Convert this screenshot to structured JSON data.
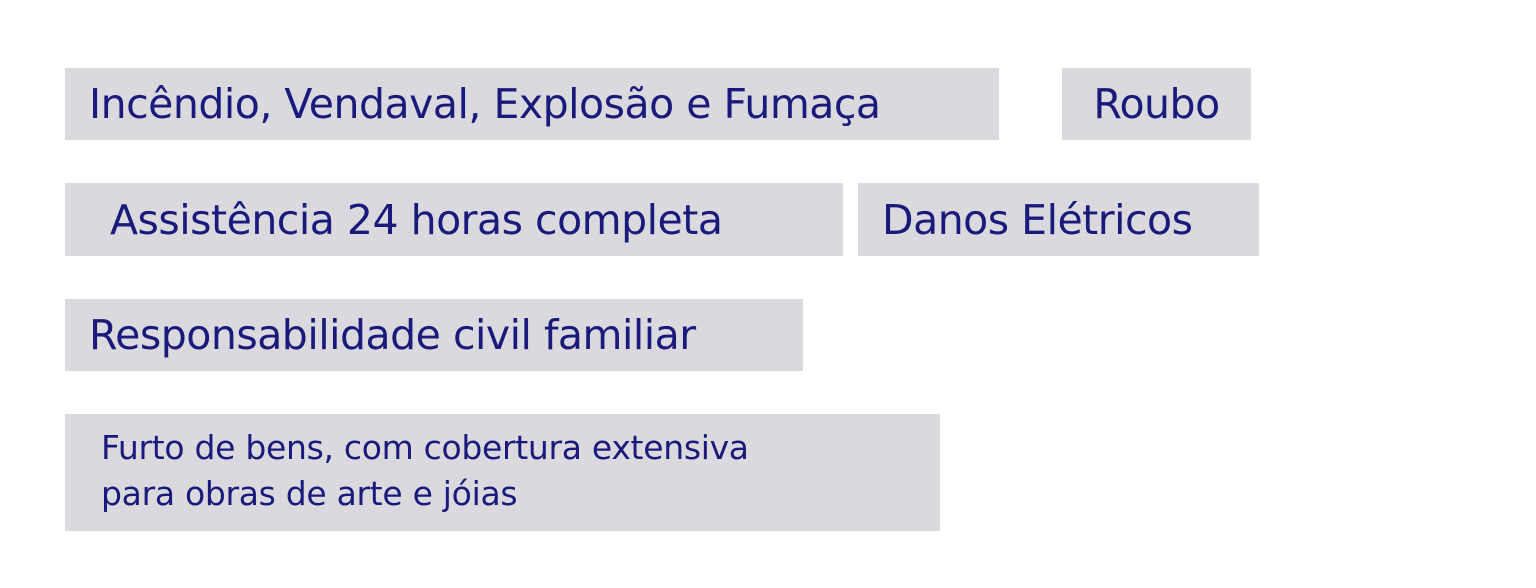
{
  "coverages": {
    "fire": "Incêndio, Vendaval, Explosão e Fumaça",
    "robbery": "Roubo",
    "assistance": "Assistência 24 horas completa",
    "electrical": "Danos Elétricos",
    "liability": "Responsabilidade civil familiar",
    "theft": {
      "line1": "Furto de bens, com cobertura extensiva",
      "line2": "para obras de arte e jóias"
    }
  },
  "colors": {
    "tag_background": "#d9d9de",
    "text": "#1a1a7c",
    "page_background": "#ffffff"
  }
}
